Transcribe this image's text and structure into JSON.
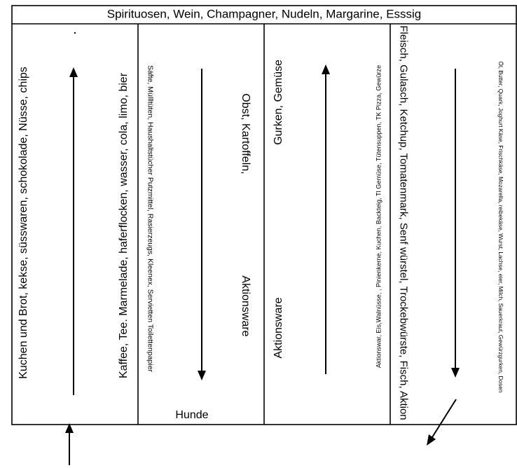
{
  "title": "Spirituosen, Wein, Champagner, Nudeln, Margarine, Esssig",
  "aisles": [
    {
      "left_label": "Kuchen und Brot, kekse, süsswaren, schokolade, Nüsse, chips",
      "right_label": "Kaffee, Tee. Marmelade, haferflocken, wasser, cola, limo, bier",
      "direction": "up"
    },
    {
      "left_label": "Säfte, Müllltüten, Haushaltstücher Putzmittel, Rasierzeugs, Kleenex, Servietten Toilettenpapier",
      "right_label_top": "Obst, Kartoffeln,",
      "right_label_bottom": "Aktionsware",
      "bottom_label": "Hunde",
      "direction": "down"
    },
    {
      "left_label_top": "Gurken, Gemüse",
      "left_label_bottom": "Aktionsware",
      "right_label": "Aktionswar, Eis,Walnüsse, , Pinienkerne, Kuchen, Backteig, Tl Gemüse, Tütensuppen, TK Pizza, Gewürze",
      "direction": "up"
    },
    {
      "left_label": "Fleisch, Gulasch, Ketchup, Tomatenmark, Senf würstel, Trockebwürste, Fisch, Aktion",
      "right_label": "Öl, Butter, Quark, Joghurt Käse, Frischkäse, Mozarella, reibekäse, Wurst, Lachse, eier, Milch, Sauerkraut, Gewürzgurken, Dosen",
      "direction": "down"
    }
  ],
  "entrance_direction": "up",
  "exit_direction": "down-left"
}
